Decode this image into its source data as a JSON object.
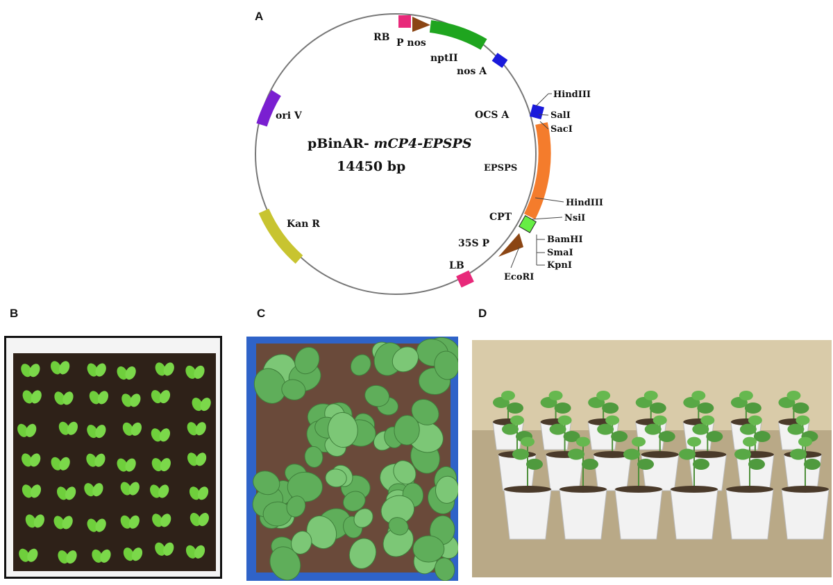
{
  "panels": {
    "a": "A",
    "b": "B",
    "c": "C",
    "d": "D"
  },
  "plasmid": {
    "name_plain": "pBinAR- ",
    "name_italic": "mCP4-EPSPS",
    "size": "14450 bp",
    "features": {
      "rb": "RB",
      "p_nos": "P nos",
      "nptii": "nptII",
      "nos_a": "nos A",
      "ori_v": "ori V",
      "ocs_a": "OCS A",
      "epsps": "EPSPS",
      "kan_r": "Kan R",
      "cpt": "CPT",
      "p35s": "35S P",
      "lb": "LB"
    },
    "sites": {
      "hindiii_top": "HindIII",
      "sali": "SalI",
      "saci": "SacI",
      "hindiii_bottom": "HindIII",
      "nsii": "NsiI",
      "bamhi": "BamHI",
      "smai": "SmaI",
      "kpni": "KpnI",
      "ecori": "EcoRI"
    },
    "colors": {
      "rb_lb": "#e8297a",
      "promoter": "#8b4513",
      "nptii": "#1fa51f",
      "terminator": "#1a1adb",
      "ori": "#7a1fd1",
      "epsps": "#f47c2c",
      "cpt": "#66ee44",
      "kan": "#c8c430",
      "backbone": "#777777"
    }
  },
  "photos": {
    "b": "seedlings-tray-soil",
    "c": "seedlings-blue-tray",
    "d": "potted-cotton-plants"
  }
}
